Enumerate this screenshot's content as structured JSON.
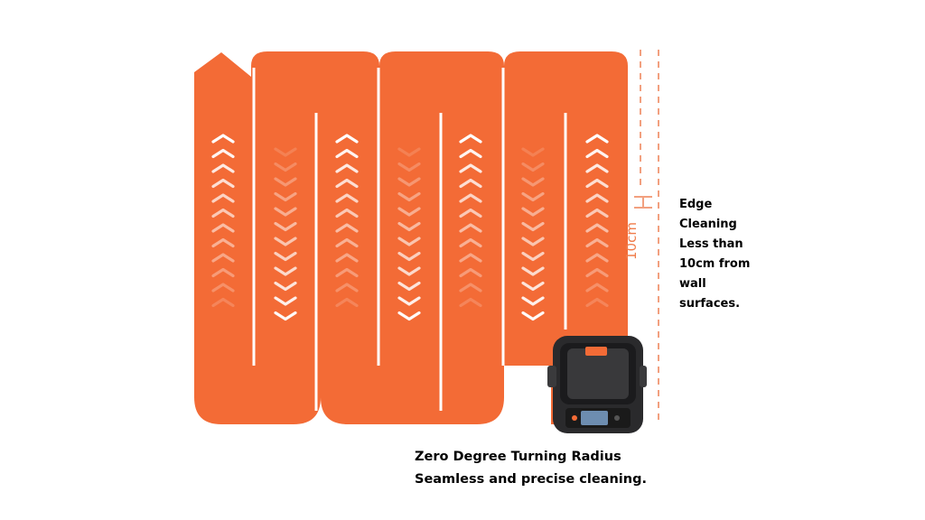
{
  "colors": {
    "path": "#f36b36",
    "divider": "#ffffff",
    "ruler": "#f2a07f",
    "chevron": "#ffffff"
  },
  "edge": {
    "measure": "10cm",
    "line1": "Edge Cleaning",
    "line2": "Less than",
    "line3": "10cm from",
    "line4": "wall surfaces."
  },
  "turning": {
    "line1": "Zero Degree Turning Radius",
    "line2": "Seamless and precise cleaning."
  },
  "robot": {
    "name": "robot-cleaner-image"
  }
}
